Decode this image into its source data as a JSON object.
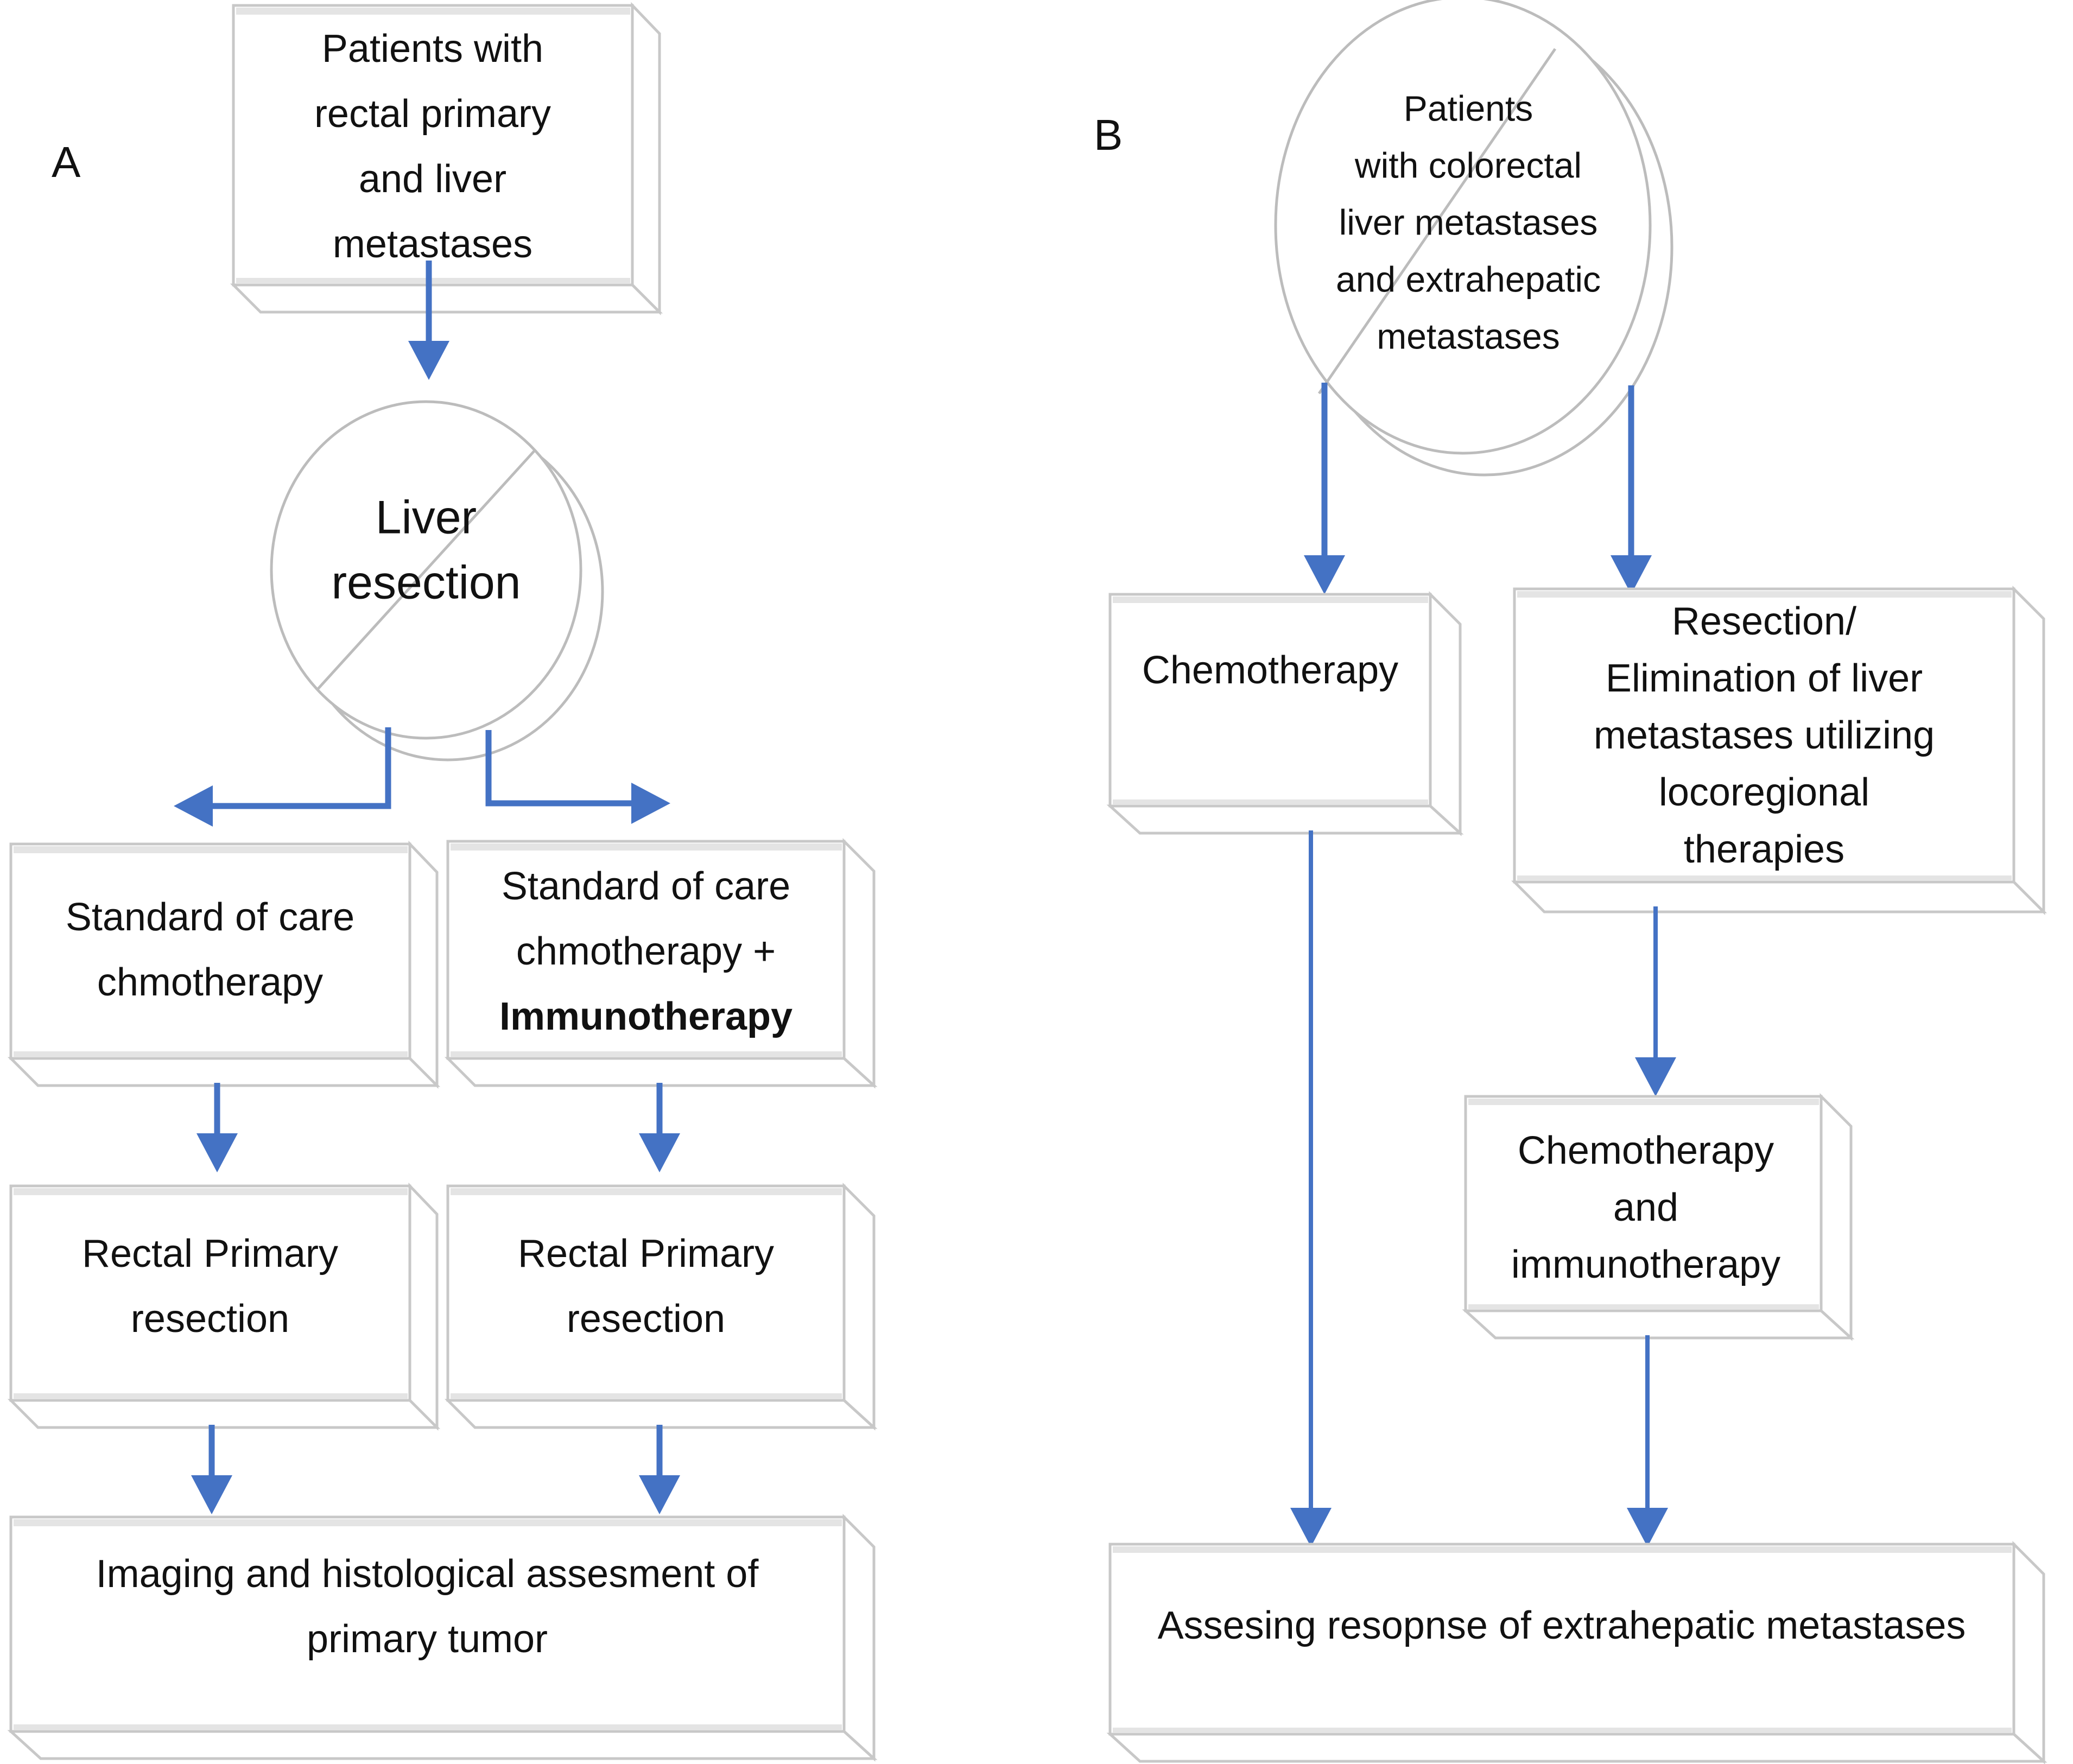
{
  "figure": {
    "type": "flowchart",
    "background": "#ffffff",
    "accent_color": "#4472c4",
    "box_border_color": "#c8c8c8",
    "shade_color": "#e4e4e4",
    "panels": [
      {
        "id": "panel-a",
        "label": "A",
        "nodes": [
          {
            "id": "a-start",
            "shape": "3d-box",
            "lines": [
              "Patients with",
              "rectal primary",
              "and liver",
              "metastases"
            ]
          },
          {
            "id": "a-prohibited",
            "shape": "prohibited-circle",
            "lines": [
              "Liver",
              "resection"
            ]
          },
          {
            "id": "a-soc-chemo",
            "shape": "3d-box",
            "lines": [
              "Standard of care",
              "chmotherapy"
            ]
          },
          {
            "id": "a-soc-chemo-immuno",
            "shape": "3d-box",
            "lines": [
              "Standard of care",
              "chmotherapy +",
              "Immunotherapy"
            ],
            "bold_lines": [
              2
            ]
          },
          {
            "id": "a-rectal-left",
            "shape": "3d-box",
            "lines": [
              "Rectal Primary",
              "resection"
            ]
          },
          {
            "id": "a-rectal-right",
            "shape": "3d-box",
            "lines": [
              "Rectal Primary",
              "resection"
            ]
          },
          {
            "id": "a-assessment",
            "shape": "3d-box",
            "lines": [
              "Imaging and histological assesment of",
              "primary tumor"
            ]
          }
        ],
        "edges": [
          {
            "from": "a-start",
            "to": "a-prohibited",
            "style": "straight-arrow"
          },
          {
            "from": "a-prohibited",
            "to": "a-soc-chemo",
            "style": "elbow-arrow"
          },
          {
            "from": "a-prohibited",
            "to": "a-soc-chemo-immuno",
            "style": "elbow-arrow"
          },
          {
            "from": "a-soc-chemo",
            "to": "a-rectal-left",
            "style": "straight-arrow"
          },
          {
            "from": "a-soc-chemo-immuno",
            "to": "a-rectal-right",
            "style": "straight-arrow"
          },
          {
            "from": "a-rectal-left",
            "to": "a-assessment",
            "style": "straight-arrow"
          },
          {
            "from": "a-rectal-right",
            "to": "a-assessment",
            "style": "straight-arrow"
          }
        ]
      },
      {
        "id": "panel-b",
        "label": "B",
        "nodes": [
          {
            "id": "b-start",
            "shape": "prohibited-circle",
            "lines": [
              "Patients",
              "with   colorectal",
              "liver metastases",
              "and extrahepatic",
              "metastases"
            ]
          },
          {
            "id": "b-chemo",
            "shape": "3d-box",
            "lines": [
              "Chemotherapy"
            ]
          },
          {
            "id": "b-resection",
            "shape": "3d-box",
            "lines": [
              "Resection/",
              "Elimination of liver",
              "metastases utilizing",
              "locoregional",
              "therapies"
            ]
          },
          {
            "id": "b-chemo-immuno",
            "shape": "3d-box",
            "lines": [
              "Chemotherapy",
              "and",
              "immunotherapy"
            ]
          },
          {
            "id": "b-assessing",
            "shape": "3d-box",
            "lines": [
              "Assesing resopnse of extrahepatic metastases"
            ]
          }
        ],
        "edges": [
          {
            "from": "b-start",
            "to": "b-chemo",
            "style": "straight-arrow"
          },
          {
            "from": "b-start",
            "to": "b-resection",
            "style": "straight-arrow"
          },
          {
            "from": "b-chemo",
            "to": "b-assessing",
            "style": "straight-arrow"
          },
          {
            "from": "b-resection",
            "to": "b-chemo-immuno",
            "style": "straight-arrow"
          },
          {
            "from": "b-chemo-immuno",
            "to": "b-assessing",
            "style": "straight-arrow"
          }
        ]
      }
    ]
  },
  "text": {
    "panel_a_label": "A",
    "panel_b_label": "B",
    "a_start_l1": "Patients with",
    "a_start_l2": "rectal primary",
    "a_start_l3": "and liver",
    "a_start_l4": "metastases",
    "a_prohibited_l1": "Liver",
    "a_prohibited_l2": "resection",
    "a_soc1_l1": "Standard of care",
    "a_soc1_l2": "chmotherapy",
    "a_soc2_l1": "Standard of care",
    "a_soc2_l2": "chmotherapy +",
    "a_soc2_l3": "Immunotherapy",
    "a_rect1_l1": "Rectal Primary",
    "a_rect1_l2": "resection",
    "a_rect2_l1": "Rectal Primary",
    "a_rect2_l2": "resection",
    "a_assess_l1": "Imaging and histological assesment of",
    "a_assess_l2": "primary tumor",
    "b_start_l1": "Patients",
    "b_start_l2": "with   colorectal",
    "b_start_l3": "liver metastases",
    "b_start_l4": "and extrahepatic",
    "b_start_l5": "metastases",
    "b_chemo_l1": "Chemotherapy",
    "b_resect_l1": "Resection/",
    "b_resect_l2": "Elimination of liver",
    "b_resect_l3": "metastases utilizing",
    "b_resect_l4": "locoregional",
    "b_resect_l5": "therapies",
    "b_ci_l1": "Chemotherapy",
    "b_ci_l2": "and",
    "b_ci_l3": "immunotherapy",
    "b_assessing_l1": "Assesing resopnse of extrahepatic metastases"
  }
}
